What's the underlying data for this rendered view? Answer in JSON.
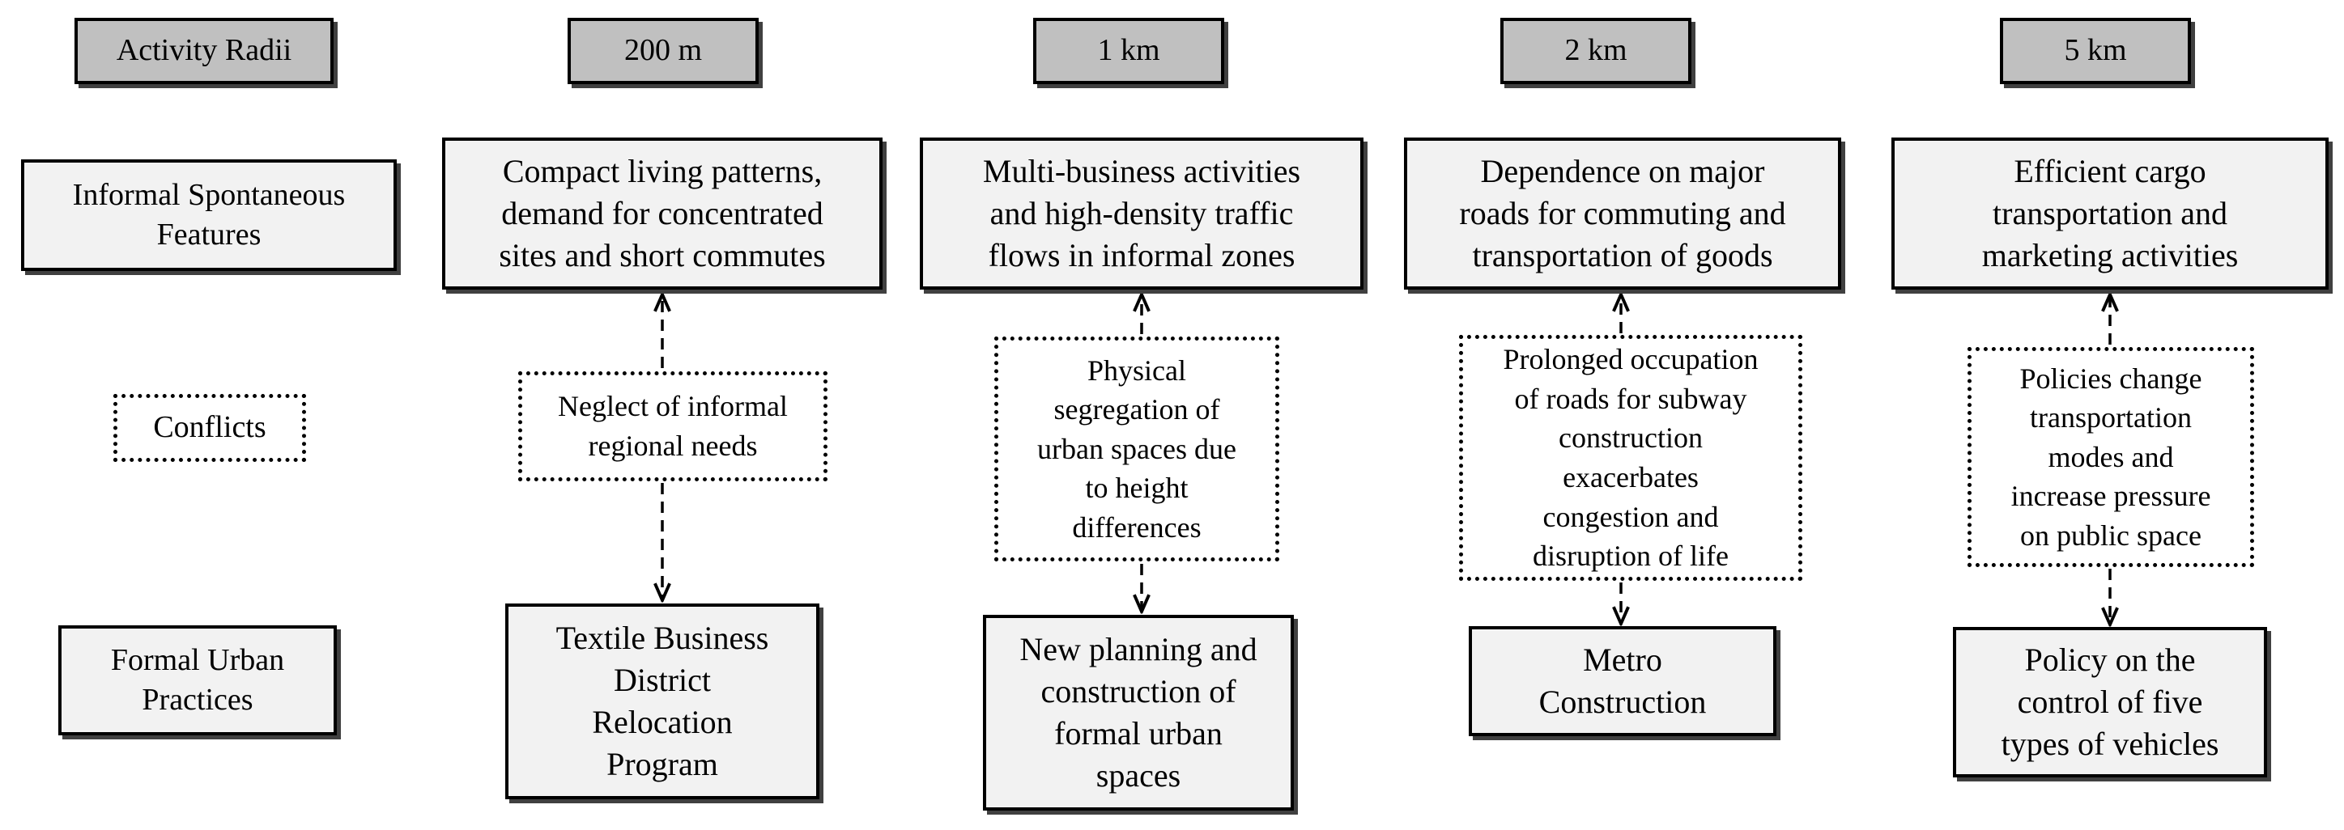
{
  "row_labels": {
    "activity_radii": "Activity Radii",
    "informal_features": "Informal Spontaneous\nFeatures",
    "conflicts": "Conflicts",
    "formal_practices": "Formal Urban\nPractices"
  },
  "columns": [
    {
      "radius": "200 m",
      "feature": "Compact living patterns,\ndemand for concentrated\nsites and short commutes",
      "conflict": "Neglect of informal\nregional needs",
      "practice": "Textile Business\nDistrict\nRelocation\nProgram"
    },
    {
      "radius": "1 km",
      "feature": "Multi-business activities\nand high-density traffic\nflows in informal zones",
      "conflict": "Physical\nsegregation of\nurban spaces due\nto height\ndifferences",
      "practice": "New planning and\nconstruction of\nformal urban\nspaces"
    },
    {
      "radius": "2 km",
      "feature": "Dependence on major\nroads for commuting and\ntransportation of goods",
      "conflict": "Prolonged occupation\nof roads for subway\nconstruction\nexacerbates\ncongestion and\ndisruption of life",
      "practice": "Metro\nConstruction"
    },
    {
      "radius": "5 km",
      "feature": "Efficient cargo\ntransportation and\nmarketing activities",
      "conflict": "Policies change\ntransportation\nmodes and\nincrease pressure\non public space",
      "practice": "Policy on the\ncontrol of five\ntypes of vehicles"
    }
  ],
  "colors": {
    "header_fill": "#c0c0c0",
    "box_fill": "#f2f2f2",
    "conflict_fill": "#ffffff",
    "line": "#000000"
  }
}
